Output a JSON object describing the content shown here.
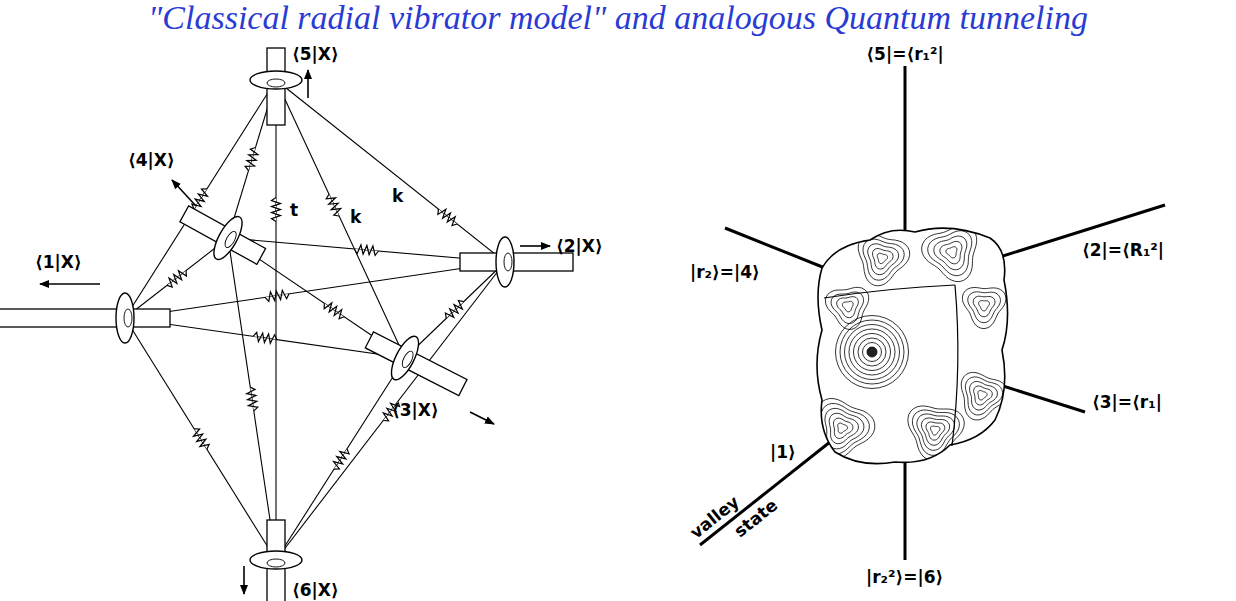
{
  "diagram": {
    "title": "\"Classical radial vibrator model\" and analogous Quantum tunneling",
    "labels": [
      "⟨5|X⟩",
      "⟨4|X⟩",
      "k",
      "t",
      "k",
      "⟨1|X⟩",
      "⟨2|X⟩",
      "⟨3|X⟩",
      "⟨6|X⟩",
      "⟨5|=⟨r₁²|",
      "|r₂⟩=|4⟩",
      "⟨2|=⟨R₁²|",
      "⟨3|=⟨r₁|",
      "valley",
      "state",
      "|1⟩",
      "|r₂²⟩=|6⟩"
    ]
  }
}
